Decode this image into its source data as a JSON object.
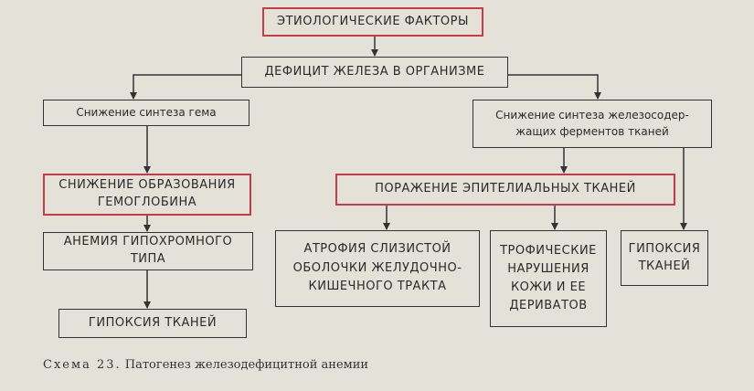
{
  "nodes": {
    "etiology": "ЭТИОЛОГИЧЕСКИЕ ФАКТОРЫ",
    "iron_deficit": "ДЕФИЦИТ  ЖЕЛЕЗА В ОРГАНИЗМЕ",
    "heme_synthesis": "Снижение синтеза гема",
    "enzyme_synthesis": "Снижение синтеза железосодер-жащих ферментов тканей",
    "hemoglobin": "СНИЖЕНИЕ ОБРАЗОВАНИЯ ГЕМОГЛОБИНА",
    "epithelial": "ПОРАЖЕНИЕ ЭПИТЕЛИАЛЬНЫХ ТКАНЕЙ",
    "anemia": "АНЕМИЯ ГИПОХРОМНОГО ТИПА",
    "atrophy": "АТРОФИЯ СЛИЗИСТОЙ ОБОЛОЧКИ ЖЕЛУДОЧНО-КИШЕЧНОГО ТРАКТА",
    "trophic": "ТРОФИЧЕСКИЕ НАРУШЕНИЯ КОЖИ И ЕЕ ДЕРИВАТОВ",
    "hypoxia_right": "ГИПОКСИЯ ТКАНЕЙ",
    "hypoxia_left": "ГИПОКСИЯ ТКАНЕЙ"
  },
  "caption": {
    "prefix": "Схема 23.",
    "text": "Патогенез железодефицитной анемии"
  },
  "colors": {
    "highlight_border": "#c83a45",
    "border": "#333333",
    "background": "#e4e2d8"
  }
}
